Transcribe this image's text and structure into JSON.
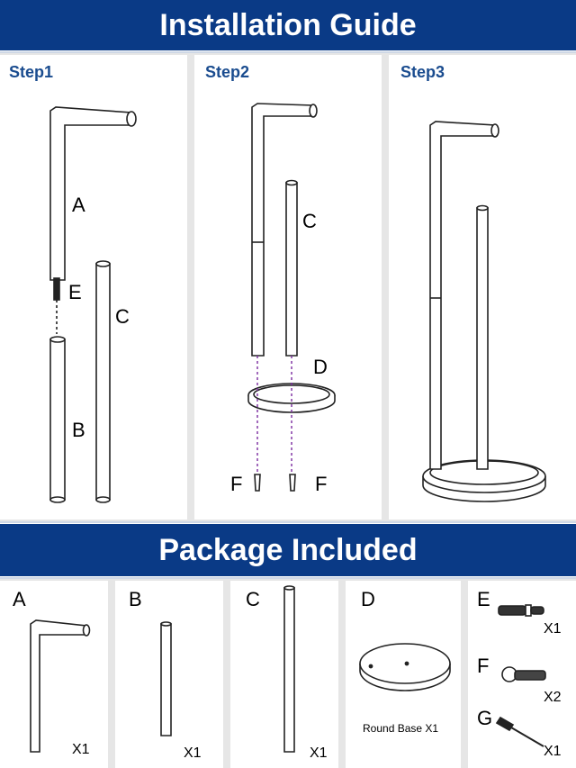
{
  "installation": {
    "title": "Installation Guide",
    "steps": [
      {
        "label": "Step1",
        "parts": {
          "a": "A",
          "e": "E",
          "c": "C",
          "b": "B"
        }
      },
      {
        "label": "Step2",
        "parts": {
          "c": "C",
          "d": "D",
          "f1": "F",
          "f2": "F"
        }
      },
      {
        "label": "Step3"
      }
    ]
  },
  "package": {
    "title": "Package Included",
    "items": [
      {
        "letter": "A",
        "qty": "X1"
      },
      {
        "letter": "B",
        "qty": "X1"
      },
      {
        "letter": "C",
        "qty": "X1"
      },
      {
        "letter": "D",
        "caption": "Round Base X1"
      },
      {
        "letter": "E",
        "qty": "X1"
      },
      {
        "letter": "F",
        "qty": "X2"
      },
      {
        "letter": "G",
        "qty": "X1"
      }
    ]
  },
  "colors": {
    "banner": "#0a3a86",
    "step_label": "#1a4c8f",
    "dash": "#7a2aa0"
  }
}
